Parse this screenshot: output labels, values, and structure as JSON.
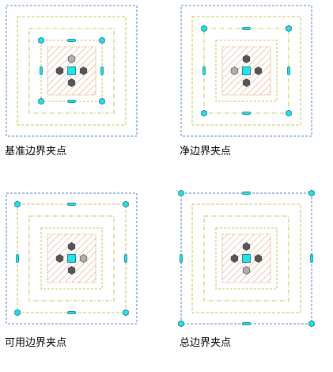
{
  "colors": {
    "outer_boundary": "#1f5fbf",
    "inner_frame": "#b5b52a",
    "hatch": "#d97a4a",
    "grip_fill": "#1fe4e4",
    "grip_stroke": "#0b6a8a",
    "dot_dark": "#555555",
    "dot_light": "#b0b0b0",
    "center": "#22e6e6"
  },
  "panels": [
    {
      "label": "基准边界夹点",
      "grip_level": "inner",
      "light_dot": "top"
    },
    {
      "label": "净边界夹点",
      "grip_level": "middle",
      "light_dot": "left"
    },
    {
      "label": "可用边界夹点",
      "grip_level": "outer",
      "light_dot": "right"
    },
    {
      "label": "总边界夹点",
      "grip_level": "boundary",
      "light_dot": "bottom"
    }
  ]
}
